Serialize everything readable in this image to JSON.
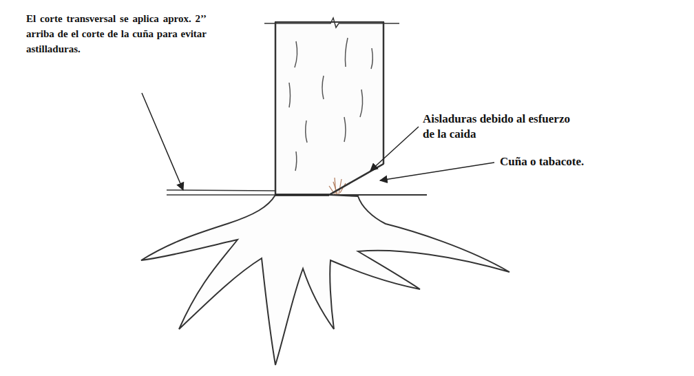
{
  "diagram": {
    "labels": [
      "El corte transversal se aplica aprox. 2’’ arriba de el corte de la cuña para evitar astilladuras.",
      "Aisladuras debido al esfuerzo de la caida",
      "Cuña o tabacote."
    ]
  }
}
